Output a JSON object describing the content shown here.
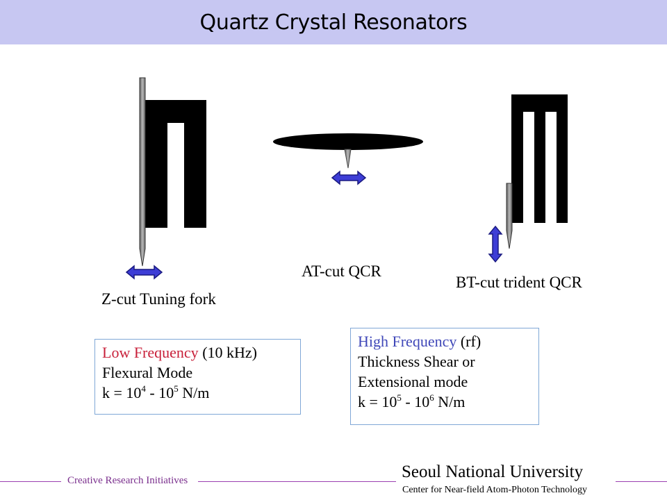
{
  "slide": {
    "title": "Quartz Crystal Resonators"
  },
  "labels": {
    "tuning_fork": "Z-cut Tuning fork",
    "at_cut": "AT-cut QCR",
    "bt_cut": "BT-cut trident QCR"
  },
  "low_freq_box": {
    "accent": "Low Frequency",
    "accent_rest": " (10 kHz)",
    "line2": "Flexural Mode",
    "k_prefix": "k = 10",
    "exp1": "4",
    "mid": " - 10",
    "exp2": "5",
    "unit": " N/m"
  },
  "high_freq_box": {
    "accent": "High Frequency",
    "accent_rest": " (rf)",
    "line2": "Thickness Shear or",
    "line3": "Extensional mode",
    "k_prefix": "k = 10",
    "exp1": "5",
    "mid": " - 10",
    "exp2": "6",
    "unit": " N/m"
  },
  "footer": {
    "left": "Creative Research Initiatives",
    "university": "Seoul National University",
    "center": "Center for Near-field Atom-Photon Technology"
  },
  "colors": {
    "title_bar": "#c7c7f2",
    "arrow_fill": "#3d3dd6",
    "low_accent": "#c8203a",
    "high_accent": "#3f47b8",
    "footer_line": "#9a3fb0"
  }
}
